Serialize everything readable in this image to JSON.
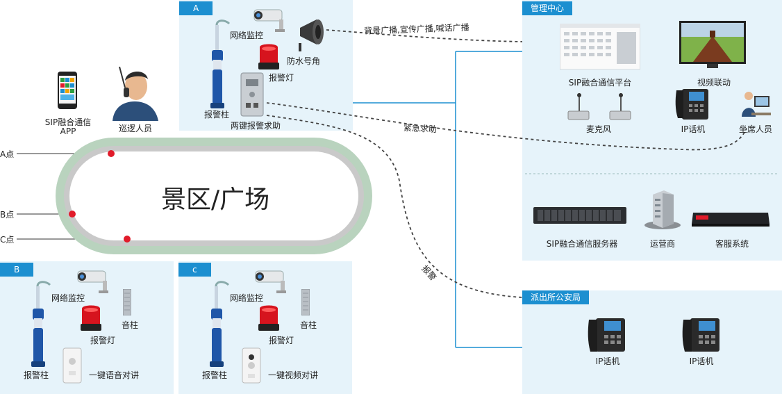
{
  "panels": {
    "a": {
      "tag": "A",
      "labels": {
        "camera": "网络监控",
        "horn": "防水号角",
        "light": "报警灯",
        "pillar": "报警柱",
        "intercom": "两键报警求助"
      }
    },
    "b": {
      "tag": "B",
      "labels": {
        "camera": "网络监控",
        "light": "报警灯",
        "speaker": "音柱",
        "pillar": "报警柱",
        "intercom": "一键语音对讲"
      }
    },
    "c": {
      "tag": "c",
      "labels": {
        "camera": "网络监控",
        "light": "报警灯",
        "speaker": "音柱",
        "pillar": "报警柱",
        "intercom": "一键视频对讲"
      }
    },
    "management": {
      "tag": "管理中心",
      "labels": {
        "platform": "SIP融合通信平台",
        "video": "视频联动",
        "mic": "麦克风",
        "ipphone": "IP话机",
        "operator": "坐席人员",
        "server": "SIP融合通信服务器",
        "carrier": "运营商",
        "cs": "客服系统"
      }
    },
    "police": {
      "tag": "派出所公安局",
      "labels": {
        "phone1": "IP话机",
        "phone2": "IP话机"
      }
    }
  },
  "left": {
    "app_label_1": "SIP融合通信",
    "app_label_2": "APP",
    "patrol_label": "巡逻人员"
  },
  "track": {
    "title": "景区/广场",
    "points": [
      "A点",
      "B点",
      "C点"
    ]
  },
  "links": {
    "broadcast": "背景广播,宣传广播,喊话广播",
    "emergency": "紧急求助",
    "alarm": "报警"
  },
  "colors": {
    "accent": "#1c8fd0",
    "panel_bg": "#e6f3fa",
    "track_outer": "#b9d3be",
    "track_inner": "#c9c9c9",
    "marker": "#e11b2a"
  }
}
